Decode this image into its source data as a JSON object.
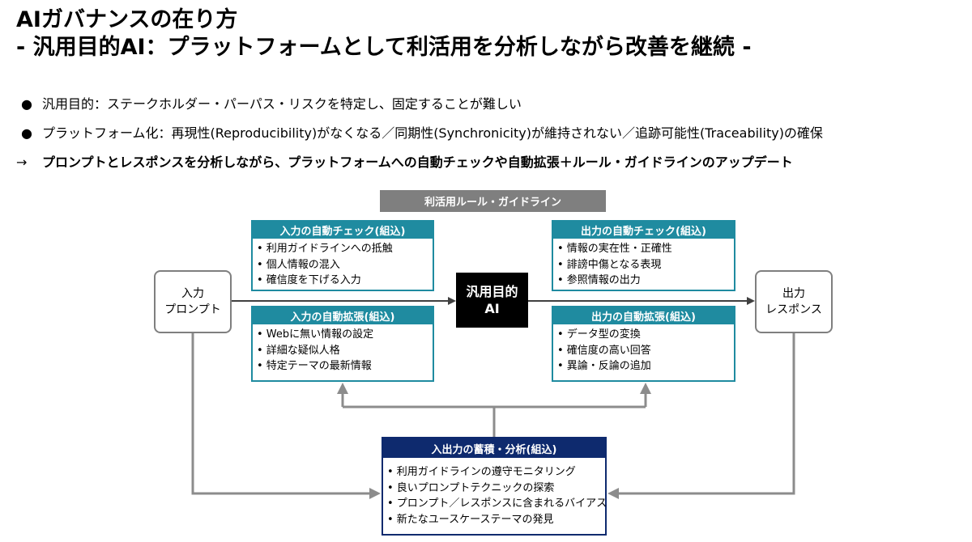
{
  "title": {
    "line1": "AIガバナンスの在り方",
    "line2": "- 汎用目的AI：プラットフォームとして利活用を分析しながら改善を継続 -"
  },
  "bullets": [
    {
      "mark": "●",
      "text": "汎用目的：ステークホルダー・パーパス・リスクを特定し、固定することが難しい"
    },
    {
      "mark": "●",
      "text": "プラットフォーム化：再現性(Reproducibility)がなくなる／同期性(Synchronicity)が維持されない／追跡可能性(Traceability)の確保"
    }
  ],
  "conclusion": {
    "mark": "→",
    "text": "プロンプトとレスポンスを分析しながら、プラットフォームへの自動チェックや自動拡張＋ルール・ガイドラインのアップデート"
  },
  "diagram": {
    "guideline_bar": "利活用ルール・ガイドライン",
    "input_node": {
      "line1": "入力",
      "line2": "プロンプト"
    },
    "output_node": {
      "line1": "出力",
      "line2": "レスポンス"
    },
    "ai_node": {
      "line1": "汎用目的",
      "line2": "AI"
    },
    "input_check": {
      "title": "入力の自動チェック(組込)",
      "items": [
        "• 利用ガイドラインへの抵触",
        "• 個人情報の混入",
        "• 確信度を下げる入力"
      ]
    },
    "input_extension": {
      "title": "入力の自動拡張(組込)",
      "items": [
        "• Webに無い情報の設定",
        "• 詳細な疑似人格",
        "• 特定テーマの最新情報"
      ]
    },
    "output_check": {
      "title": "出力の自動チェック(組込)",
      "items": [
        "• 情報の実在性・正確性",
        "• 誹謗中傷となる表現",
        "• 参照情報の出力"
      ]
    },
    "output_extension": {
      "title": "出力の自動拡張(組込)",
      "items": [
        "• データ型の変換",
        "• 確信度の高い回答",
        "• 異論・反論の追加"
      ]
    },
    "analysis": {
      "title": "入出力の蓄積・分析(組込)",
      "items": [
        "• 利用ガイドラインの遵守モニタリング",
        "• 良いプロンプトテクニックの探索",
        "• プロンプト／レスポンスに含まれるバイアス",
        "• 新たなユースケーステーマの発見"
      ]
    },
    "colors": {
      "teal": "#1f8ba0",
      "navy": "#0e2a6e",
      "gray": "#7f7f7f",
      "ai_bg": "#000000"
    }
  }
}
